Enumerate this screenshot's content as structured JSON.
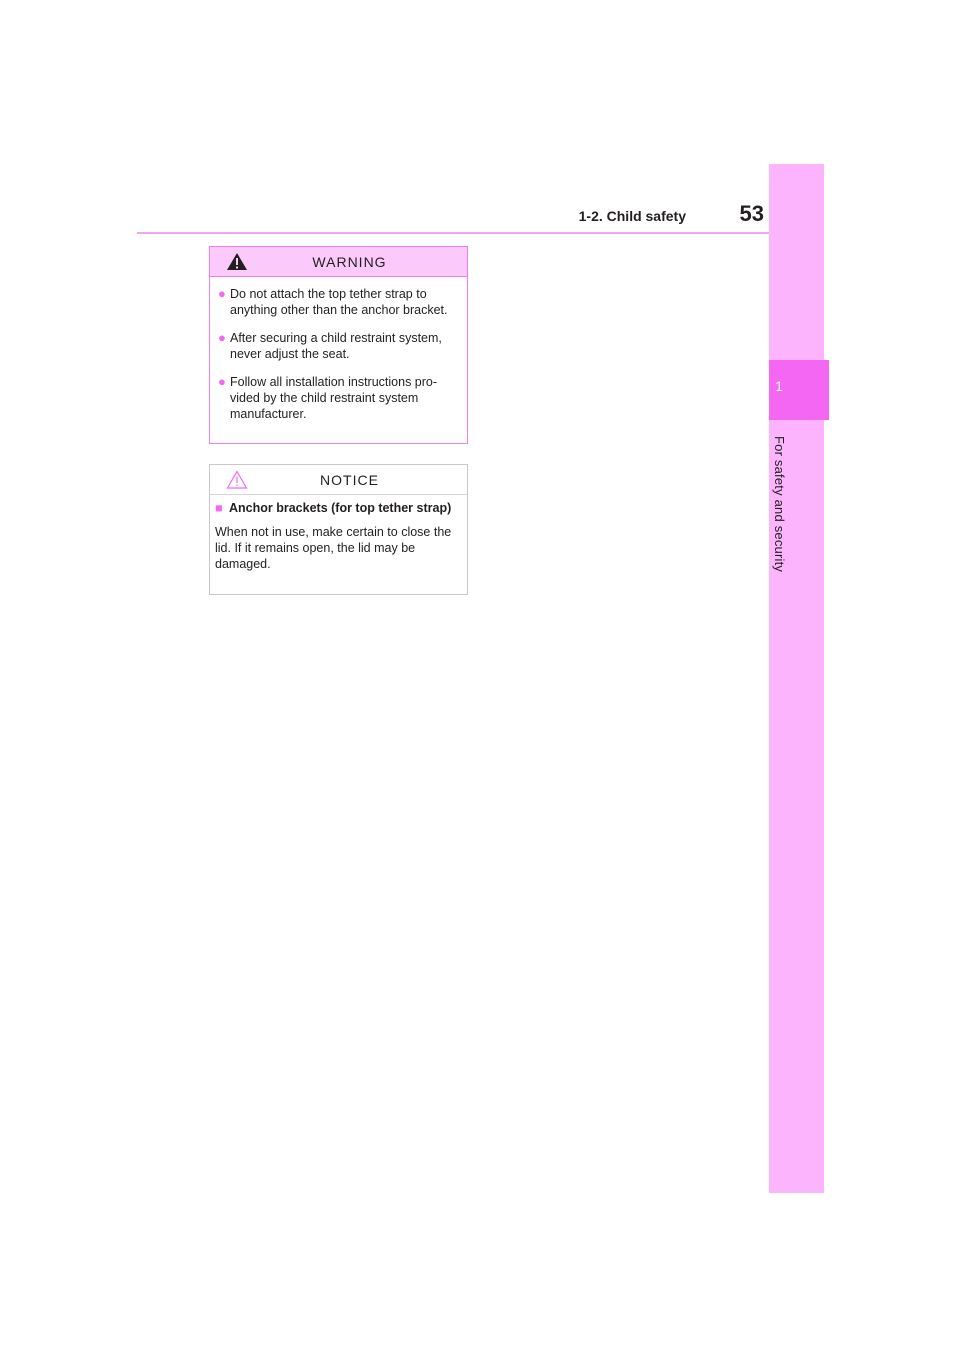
{
  "header": {
    "section": "1-2. Child safety",
    "page_number": "53"
  },
  "side_tab": {
    "chapter_number": "1",
    "chapter_title": "For safety and security"
  },
  "warning": {
    "title": "WARNING",
    "bullet_symbol": "●",
    "items": [
      "Do not attach the top tether strap to anything other than the anchor bracket.",
      "After securing a child restraint system, never adjust the seat.",
      "Follow all installation instructions pro- vided by the child restraint system manufacturer."
    ]
  },
  "notice": {
    "title": "NOTICE",
    "heading_symbol": "■",
    "heading": "Anchor brackets (for top tether strap)",
    "body": "When not in use, make certain to close the lid. If it remains open, the lid may be damaged."
  },
  "colors": {
    "accent": "#f467f2",
    "tab_background": "#fcb5fc",
    "warning_header": "#fcc9fb"
  }
}
